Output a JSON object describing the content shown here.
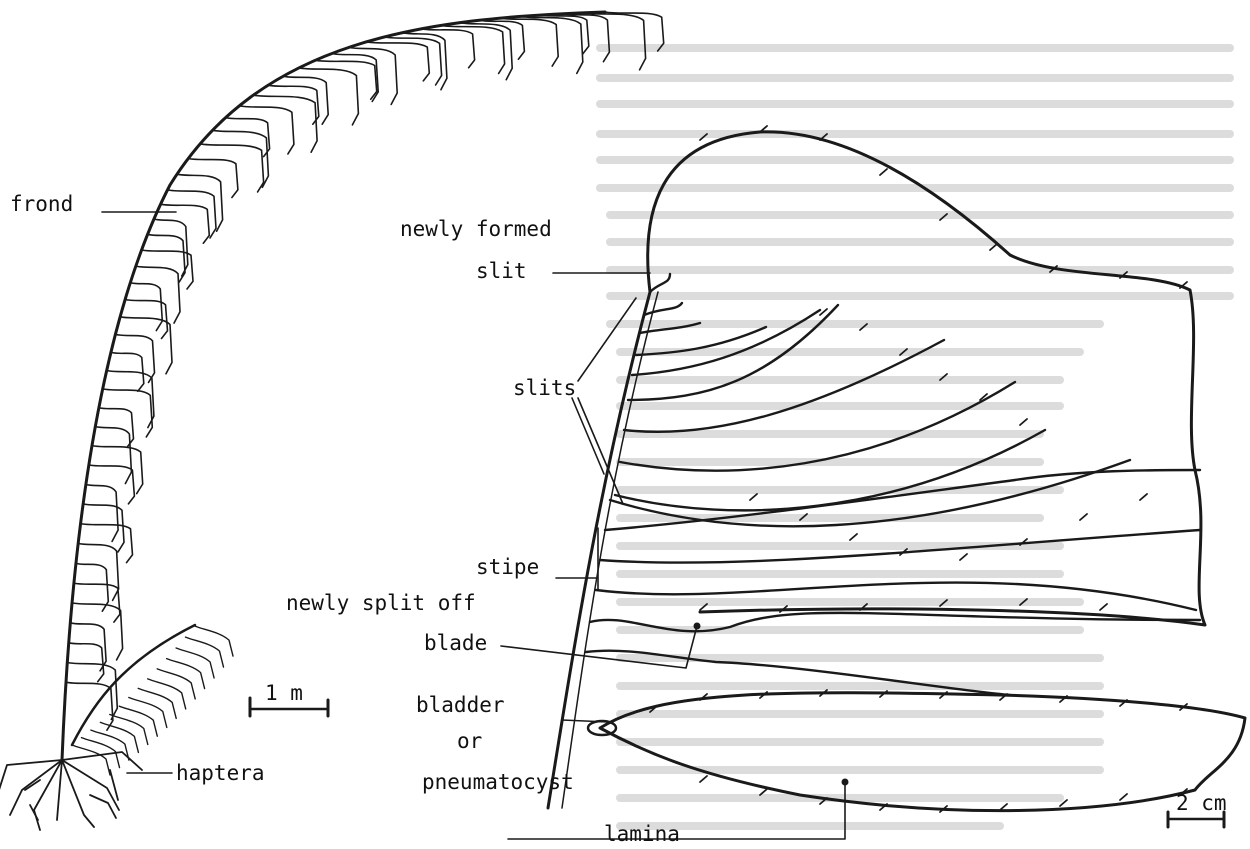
{
  "labels": {
    "frond": "frond",
    "haptera": "haptera",
    "scale_1m": "1 m",
    "newly_formed": "newly formed",
    "slit": "slit",
    "slits": "slits",
    "stipe": "stipe",
    "newly_split_off": "newly split off",
    "blade": "blade",
    "bladder": "bladder",
    "or": "or",
    "pneumatocyst": "pneumatocyst",
    "lamina": "lamina",
    "scale_2cm": "2 cm"
  },
  "colors": {
    "ink": "#1a1a1a",
    "bleed_text": "#dcdcdc"
  }
}
